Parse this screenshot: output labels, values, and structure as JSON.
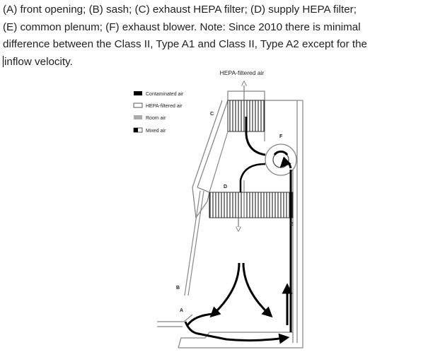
{
  "caption": {
    "lines": [
      "(A) front opening; (B) sash; (C) exhaust HEPA filter; (D) supply HEPA filter;",
      "(E) common plenum; (F) exhaust blower. Note: Since 2010 there is minimal",
      "difference between the Class II, Type A1 and Class II, Type A2 except for the",
      "inflow velocity."
    ]
  },
  "diagram": {
    "top_label": "HEPA-filtered air",
    "legend": [
      {
        "label": "Contaminated air",
        "swatch": "solid",
        "color": "#000000"
      },
      {
        "label": "HEPA-filtered air",
        "swatch": "outline",
        "color": "#ffffff"
      },
      {
        "label": "Room air",
        "swatch": "gray",
        "color": "#aaaaaa"
      },
      {
        "label": "Mixed air",
        "swatch": "split",
        "color": "#000000"
      }
    ],
    "labels": {
      "A": "A",
      "B": "B",
      "C": "C",
      "D": "D",
      "E": "E",
      "F": "F"
    }
  }
}
